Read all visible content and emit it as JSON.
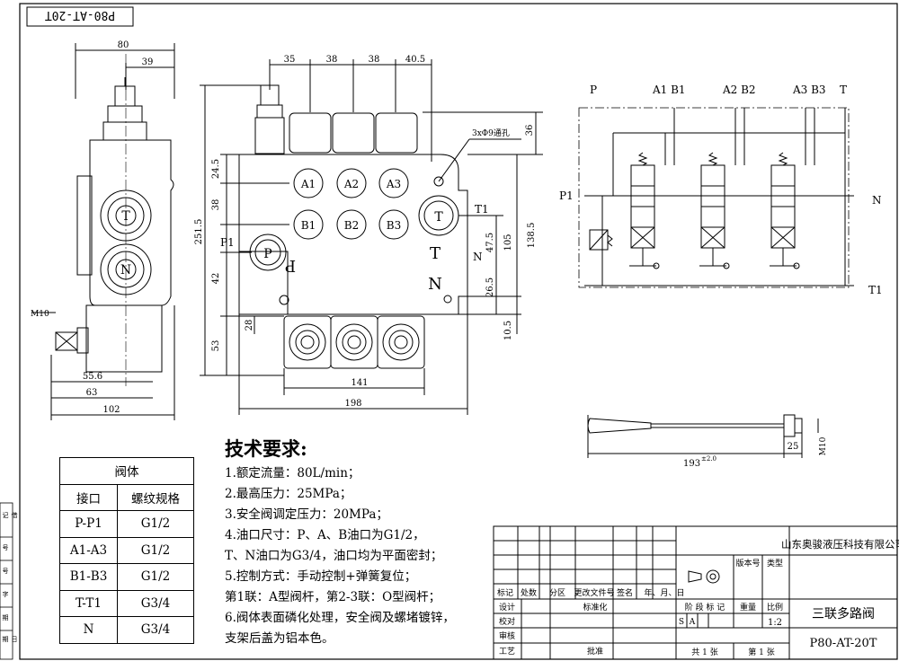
{
  "header": {
    "drawing_code_mirrored": "P80-AT-20T"
  },
  "dims_side": {
    "d80": "80",
    "d39": "39",
    "m10": "M10",
    "d55_6": "55.6",
    "d63": "63",
    "d102": "102"
  },
  "dims_front": {
    "top": [
      "35",
      "38",
      "38",
      "40.5"
    ],
    "left": [
      "24.5",
      "38",
      "42",
      "53",
      "251.5",
      "28"
    ],
    "right": [
      "36",
      "47.5",
      "105",
      "138.5",
      "26.5",
      "10.5"
    ],
    "bottom": [
      "141",
      "198"
    ],
    "mount_holes": "3xΦ9通孔"
  },
  "ports": {
    "a1": "A1",
    "a2": "A2",
    "a3": "A3",
    "b1": "B1",
    "b2": "B2",
    "b3": "B3",
    "p": "P",
    "t": "T",
    "p1": "P1",
    "t1": "T1",
    "n": "N"
  },
  "schematic": {
    "p": "P",
    "a1b1": "A1 B1",
    "a2b2": "A2 B2",
    "a3b3": "A3 B3",
    "t": "T",
    "p1": "P1",
    "n": "N",
    "t1": "T1"
  },
  "lever": {
    "length": "193",
    "length_tol": "±2.0",
    "d25": "25",
    "m10": "M10"
  },
  "tech": {
    "title": "技术要求:",
    "lines": [
      "1.额定流量：80L/min；",
      "2.最高压力：25MPa；",
      "3.安全阀调定压力：20MPa；",
      "4.油口尺寸：P、A、B油口为G1/2，",
      "   T、N油口为G3/4，油口均为平面密封；",
      "5.控制方式：手动控制+弹簧复位；",
      "   第1联：A型阀杆，第2-3联：O型阀杆；",
      "6.阀体表面磷化处理，安全阀及螺堵镀锌，",
      "   支架后盖为铝本色。"
    ]
  },
  "port_table": {
    "title": "阀体",
    "headers": [
      "接口",
      "螺纹规格"
    ],
    "rows": [
      [
        "P-P1",
        "G1/2"
      ],
      [
        "A1-A3",
        "G1/2"
      ],
      [
        "B1-B3",
        "G1/2"
      ],
      [
        "T-T1",
        "G3/4"
      ],
      [
        "N",
        "G3/4"
      ]
    ]
  },
  "title_block": {
    "company": "山东奥骏液压科技有限公司",
    "product": "三联多路阀",
    "drawing_no": "P80-AT-20T",
    "scale": "1:2",
    "revision_label": "版本号",
    "type_label": "类型",
    "marks": "标记",
    "count": "处数",
    "zone": "分区",
    "change_doc": "更改文件号",
    "sign": "签名",
    "date": "年、月、日",
    "design": "设计",
    "standardize": "标准化",
    "proofread": "校对",
    "review": "审核",
    "process": "工艺",
    "approve": "批准",
    "stage_mark": "阶 段 标 记",
    "weight": "重量",
    "ratio": "比例",
    "s": "S",
    "a": "A",
    "sheets_total": "共  1  张",
    "sheet_no": "第  1  张"
  },
  "side_labels": [
    "借记",
    "号",
    "号",
    "字",
    "期",
    "日期"
  ]
}
